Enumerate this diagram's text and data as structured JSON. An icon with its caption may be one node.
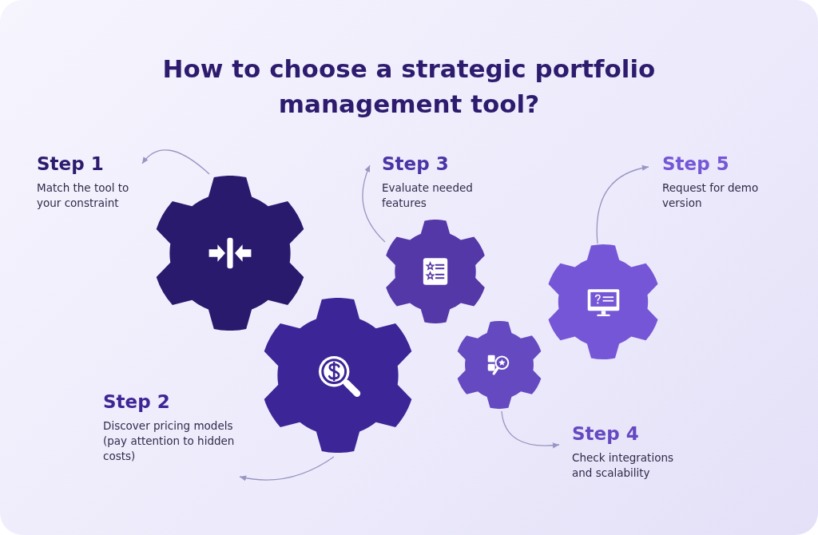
{
  "diagram": {
    "title": "How to choose a strategic portfolio management tool?",
    "nodes": [
      {
        "text": [
          "Step 1",
          "Match the tool to your constraint"
        ]
      },
      {
        "text": [
          "Step 3",
          "Evaluate needed features"
        ]
      },
      {
        "text": [
          "Step 5",
          "Request for demo version"
        ]
      },
      {
        "text": [
          "Step 2",
          "Discover pricing models (pay attention to hidden costs)"
        ]
      },
      {
        "text": [
          "Step 4",
          "Check integrations and scalability"
        ]
      },
      {
        "text": [],
        "shape": "gear"
      },
      {
        "text": [],
        "shape": "gear"
      },
      {
        "text": [],
        "shape": "gear"
      },
      {
        "text": [],
        "shape": "gear"
      },
      {
        "text": [],
        "shape": "gear"
      }
    ],
    "edges": [
      {
        "from": 5,
        "to": 0,
        "arrow": "to"
      },
      {
        "from": 6,
        "to": 3,
        "arrow": "to"
      },
      {
        "from": 7,
        "to": 1,
        "arrow": "to"
      },
      {
        "from": 8,
        "to": 4,
        "arrow": "to"
      },
      {
        "from": 9,
        "to": 2,
        "arrow": "to"
      }
    ]
  }
}
